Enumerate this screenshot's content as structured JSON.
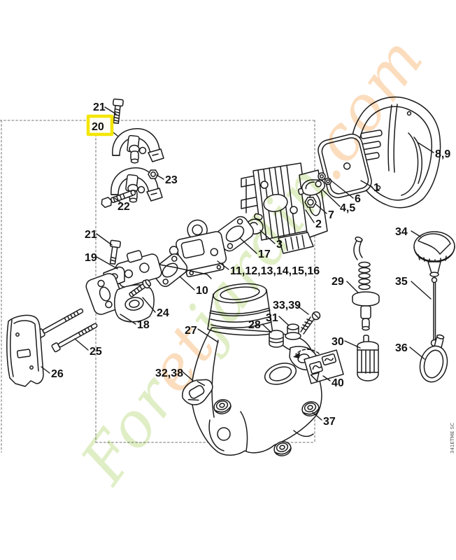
{
  "diagram": {
    "type": "exploded-parts-diagram",
    "drawing_number": "341ETME SC",
    "background_color": "#ffffff",
    "line_color": "#1b1b1b"
  },
  "highlight": {
    "label": "20",
    "border_color": "#f3e600",
    "fill_color": "#fffef4"
  },
  "watermark": {
    "segments": [
      {
        "text": "For",
        "color": "#cbe3a0"
      },
      {
        "text": "et",
        "color": "#f9c792"
      },
      {
        "text": "jardin",
        "color": "#cbe3a0"
      },
      {
        "text": ".com",
        "color": "#f9c792"
      }
    ]
  },
  "callouts": [
    {
      "text": "21"
    },
    {
      "text": "23"
    },
    {
      "text": "22"
    },
    {
      "text": "21"
    },
    {
      "text": "19"
    },
    {
      "text": "8,9"
    },
    {
      "text": "1"
    },
    {
      "text": "6"
    },
    {
      "text": "4,5"
    },
    {
      "text": "7"
    },
    {
      "text": "2"
    },
    {
      "text": "3"
    },
    {
      "text": "17"
    },
    {
      "text": "11,12,13,14,15,16"
    },
    {
      "text": "10"
    },
    {
      "text": "24"
    },
    {
      "text": "18"
    },
    {
      "text": "25"
    },
    {
      "text": "26"
    },
    {
      "text": "34"
    },
    {
      "text": "29"
    },
    {
      "text": "35"
    },
    {
      "text": "33,39"
    },
    {
      "text": "31"
    },
    {
      "text": "28"
    },
    {
      "text": "27"
    },
    {
      "text": "30"
    },
    {
      "text": "36"
    },
    {
      "text": "40"
    },
    {
      "text": "32,38"
    },
    {
      "text": "37"
    }
  ]
}
